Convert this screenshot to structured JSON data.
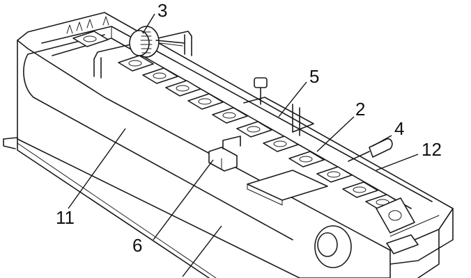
{
  "labels": {
    "l3": "3",
    "l5": "5",
    "l2": "2",
    "l4": "4",
    "l12": "12",
    "l11": "11",
    "l6": "6"
  },
  "colors": {
    "line": "#1a1a1a",
    "background": "#ffffff"
  }
}
